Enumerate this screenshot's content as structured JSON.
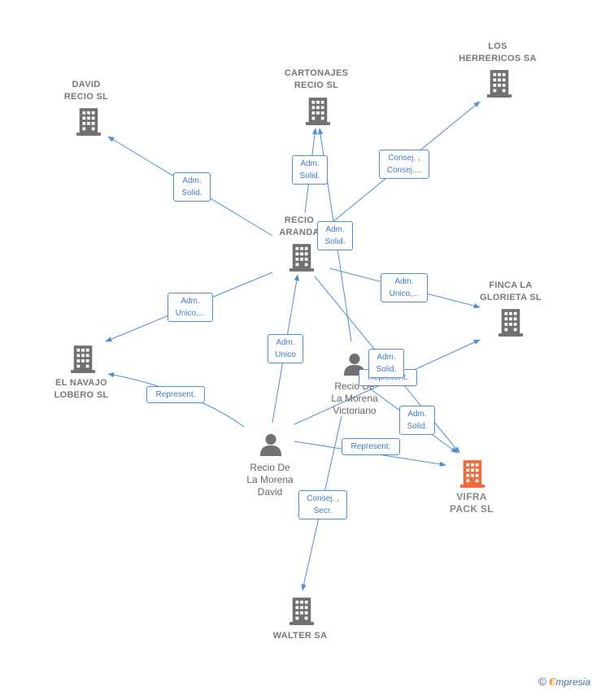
{
  "colors": {
    "edge": "#4a8fd8",
    "building": "#707070",
    "focus_building": "#f26a3c",
    "person": "#707070"
  },
  "nodes": {
    "david_recio": {
      "label": "DAVID\nRECIO SL",
      "icon": "building-icon"
    },
    "cartonajes": {
      "label": "CARTONAJES\nRECIO  SL",
      "icon": "building-icon"
    },
    "herrericos": {
      "label": "LOS\nHERRERICOS SA",
      "icon": "building-icon"
    },
    "recio_aranda": {
      "label": "RECIO\nARANDA",
      "icon": "building-icon"
    },
    "finca": {
      "label": "FINCA LA\nGLORIETA SL",
      "icon": "building-icon"
    },
    "navajo": {
      "label": "EL NAVAJO\nLOBERO SL",
      "icon": "building-icon"
    },
    "victoriano": {
      "label": "Recio De\nLa Morena\nVictoriano",
      "icon": "person-icon"
    },
    "david_person": {
      "label": "Recio De\nLa Morena\nDavid",
      "icon": "person-icon"
    },
    "vifra": {
      "label": "VIFRA\nPACK  SL",
      "icon": "building-icon"
    },
    "walter": {
      "label": "WALTER SA",
      "icon": "building-icon"
    }
  },
  "relations": {
    "r1": "Adm.\nSolid.",
    "r2": "Adm.\nSolid.",
    "r3": "Consej. ,\nConsej....",
    "r4": "Adm.\nSolid.",
    "r5": "Adm.\nUnico,...",
    "r6": "Adm.\nUnico,...",
    "r7": "Adm.\nUnico",
    "r8": "Represent.",
    "r9": "Adm.\nSolid.",
    "r10": "Represent.",
    "r11": "Adm.\nSolid.",
    "r12": "Represent.",
    "r13": "Consej. ,\nSecr."
  },
  "footer": {
    "copyright": "©",
    "brand_initial": "€",
    "brand_rest": "mpresia"
  }
}
